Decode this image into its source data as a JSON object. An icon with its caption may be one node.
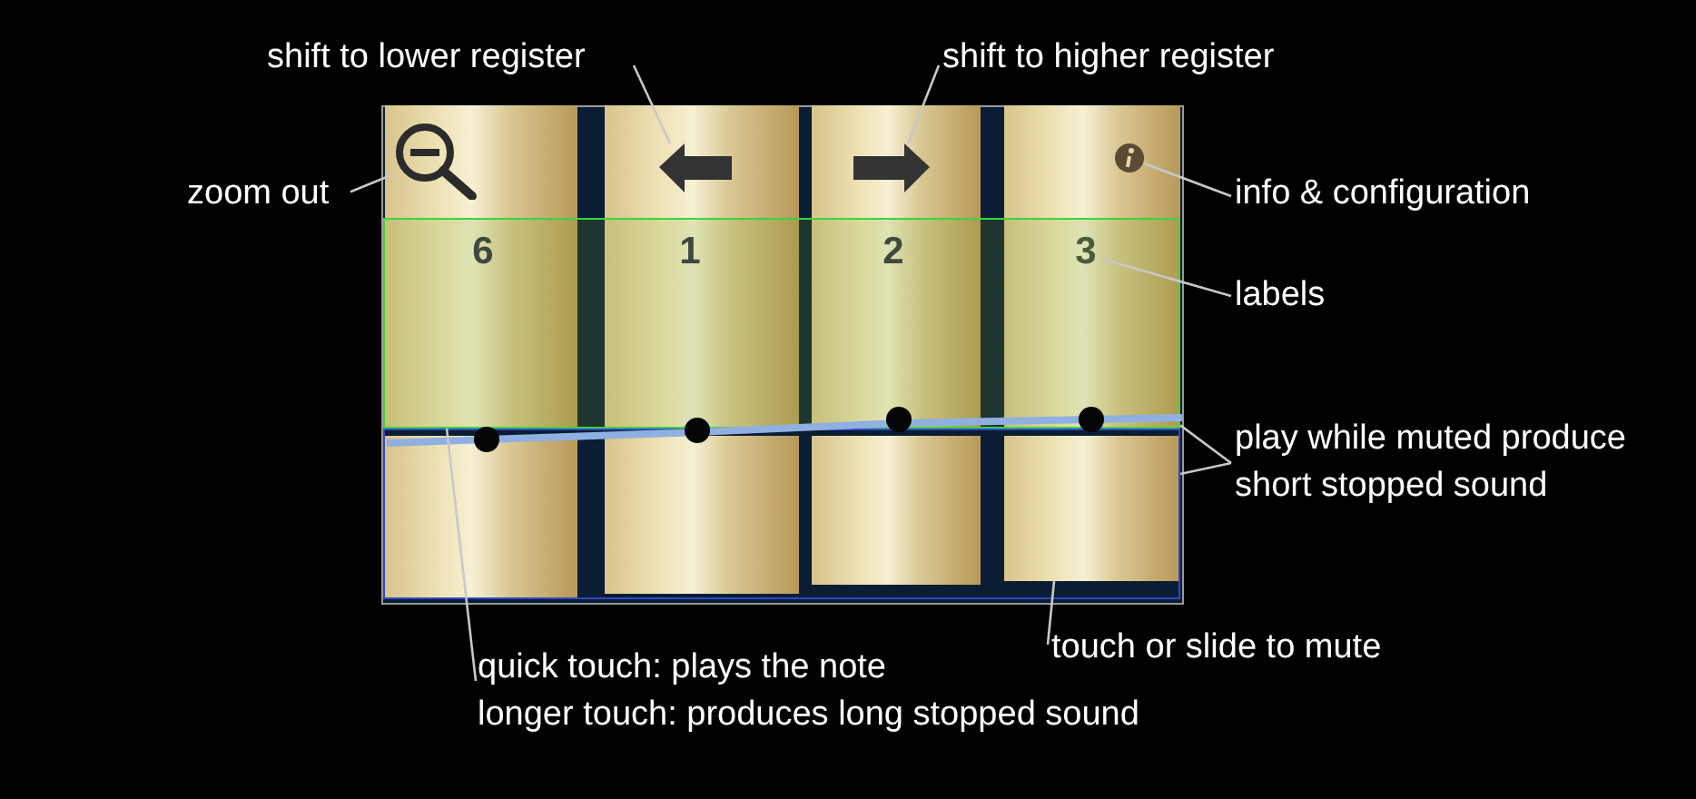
{
  "diagram": {
    "nodes": [
      {
        "text": [
          "shift to lower register"
        ]
      },
      {
        "text": [
          "shift to higher register"
        ]
      },
      {
        "text": [
          "zoom out"
        ]
      },
      {
        "text": [
          "info & configuration"
        ]
      },
      {
        "text": [
          "labels"
        ]
      },
      {
        "text": [
          "play while muted produce short stopped sound"
        ]
      },
      {
        "text": [
          "quick touch: plays the note",
          "longer touch: produces long stopped sound"
        ]
      },
      {
        "text": [
          "touch or slide to mute"
        ]
      },
      {
        "text": [],
        "shape": "picture"
      },
      {
        "text": [],
        "shape": "bar",
        "in": 8
      },
      {
        "text": [],
        "shape": "picture",
        "in": 9
      },
      {
        "text": [],
        "shape": "bar",
        "in": 8
      },
      {
        "text": [],
        "shape": "picture",
        "in": 11
      },
      {
        "text": [],
        "shape": "bar",
        "in": 8
      },
      {
        "text": [],
        "shape": "picture",
        "in": 13
      },
      {
        "text": [],
        "shape": "bar",
        "in": 8
      },
      {
        "text": [],
        "shape": "picture",
        "in": 15
      },
      {
        "text": [
          "3"
        ],
        "in": 15
      },
      {
        "text": [],
        "shape": "bar",
        "in": 8
      },
      {
        "text": [],
        "shape": "bar",
        "in": 8
      },
      {
        "text": [],
        "shape": "bar",
        "in": 8
      },
      {
        "text": [],
        "shape": "bar",
        "in": 8
      }
    ],
    "edges": [
      {
        "from": 0,
        "to": 12,
        "arrow": "none"
      },
      {
        "from": 1,
        "to": 14,
        "arrow": "none"
      },
      {
        "from": 2,
        "to": 10,
        "arrow": "none"
      },
      {
        "from": 3,
        "to": 16,
        "arrow": "none"
      },
      {
        "from": 4,
        "to": 17,
        "arrow": "none"
      },
      {
        "from": 5,
        "to": 15,
        "arrow": "none"
      },
      {
        "from": 5,
        "to": 21,
        "arrow": "none"
      },
      {
        "from": 6,
        "to": 9,
        "arrow": "none"
      },
      {
        "from": 7,
        "to": 21,
        "arrow": "none"
      }
    ],
    "labels": [
      "6",
      "1",
      "2"
    ]
  }
}
